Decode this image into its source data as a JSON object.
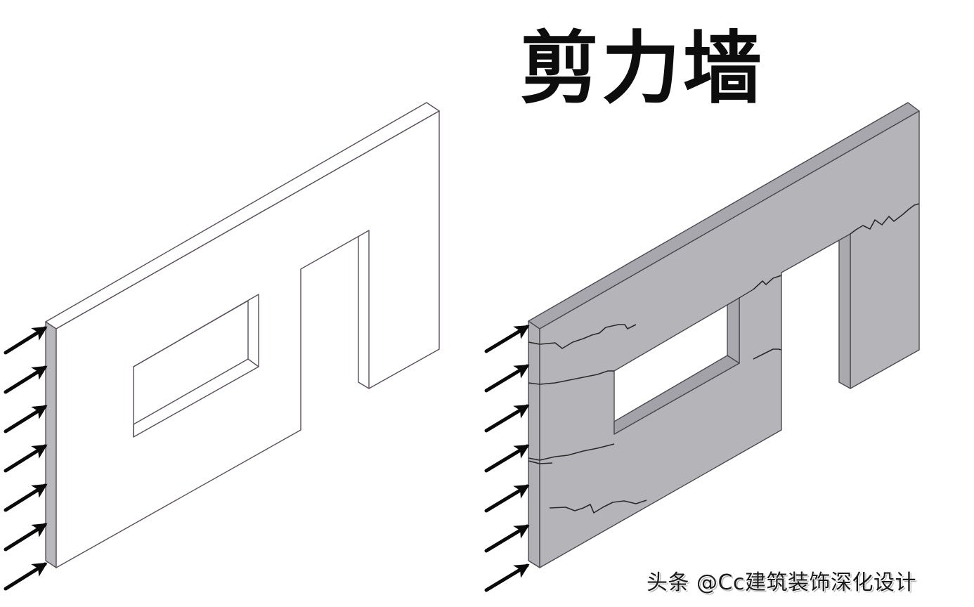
{
  "title": "剪力墙",
  "watermark": "头条 @Cc建筑装饰深化设计",
  "colors": {
    "background": "#ffffff",
    "outline": "#5a4f5a",
    "wall_uncracked_fill": "#ffffff",
    "wall_edge_fill": "#b9b9bd",
    "wall_cracked_fill": "#b3b3b8",
    "wall_cracked_top": "#a9a9ae",
    "crack": "#2a2a2a",
    "arrow": "#0a0a0a"
  },
  "figures": [
    {
      "id": "left",
      "state": "uncracked shear wall under lateral load",
      "openings": [
        "window",
        "door"
      ],
      "arrow_count": 7
    },
    {
      "id": "right",
      "state": "cracked shear wall under lateral load",
      "openings": [
        "window",
        "door"
      ],
      "arrow_count": 7
    }
  ]
}
